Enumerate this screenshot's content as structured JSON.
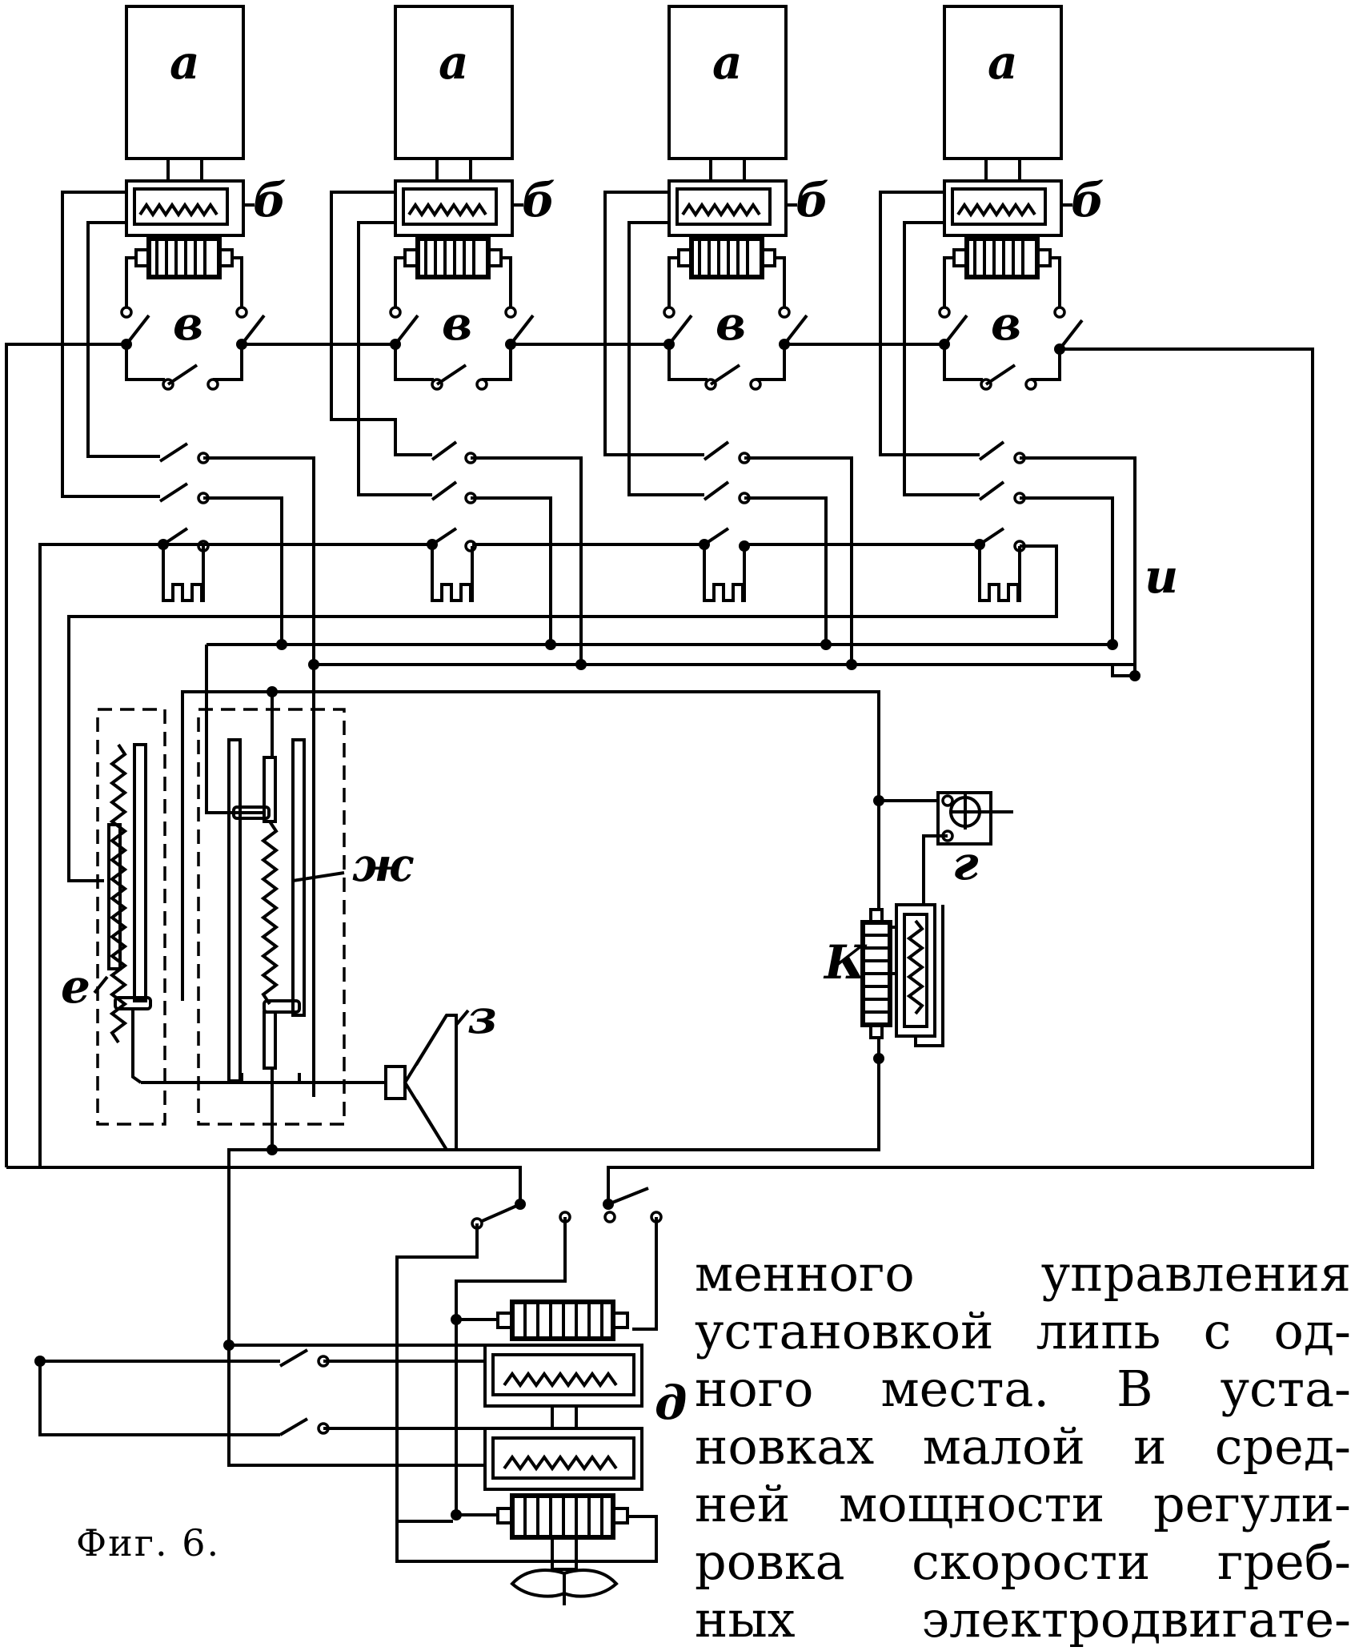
{
  "figure": {
    "caption": "Фиг. 6.",
    "labels": {
      "a": "a",
      "b": "б",
      "v": "в",
      "g": "г",
      "d": "д",
      "e": "е",
      "zh": "ж",
      "z": "з",
      "i": "и",
      "k": "К"
    }
  },
  "text": {
    "lines": [
      "менного управления",
      "установкой липь с од-",
      "ного места. В уста-",
      "новках малой и сред-",
      "ней мощности регули-",
      "ровка скорости греб-",
      "ных электродвигате-"
    ]
  }
}
